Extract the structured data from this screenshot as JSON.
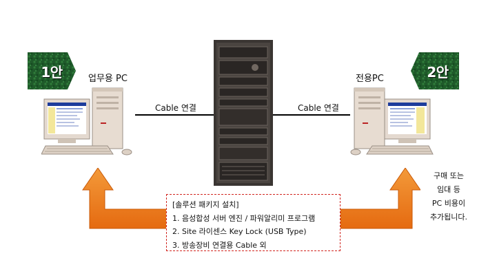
{
  "badges": [
    {
      "label": "1안"
    },
    {
      "label": "2안"
    }
  ],
  "left_pc": {
    "label": "업무용 PC"
  },
  "right_pc": {
    "label": "전용PC"
  },
  "connections": [
    {
      "label": "Cable 연결"
    },
    {
      "label": "Cable 연결"
    }
  ],
  "package": {
    "title": "[솔루션 패키지 설치]",
    "items": [
      "1. 음성합성 서버 엔진 / 파워알리미 프로그램",
      "2. Site 라이센스 Key Lock (USB Type)",
      "3. 방송장비 연결용 Cable 외"
    ]
  },
  "note": {
    "lines": [
      "구매 또는",
      "임대 등",
      "PC 비용이",
      "추가됩니다."
    ]
  },
  "colors": {
    "arrow": "#ee7a18",
    "badge": "#1f5a2a",
    "box_border": "#d1231d",
    "rack": "#3a3532"
  }
}
